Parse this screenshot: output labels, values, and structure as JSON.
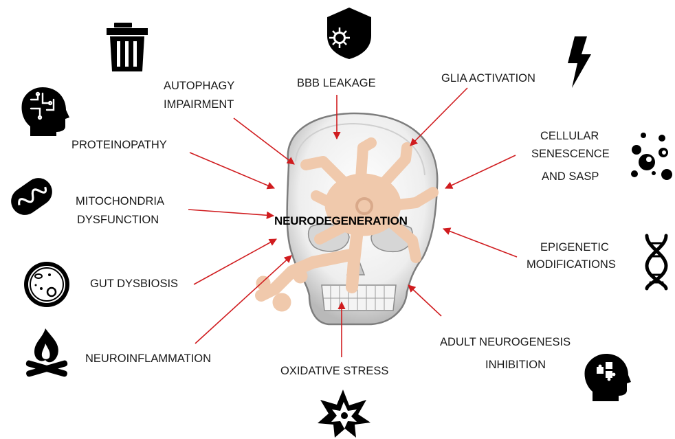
{
  "center_label": "NEURODEGENERATION",
  "factors": {
    "autophagy": [
      "AUTOPHAGY",
      "IMPAIRMENT"
    ],
    "bbb": "BBB LEAKAGE",
    "glia": "GLIA ACTIVATION",
    "proteinopathy": "PROTEINOPATHY",
    "senescence": [
      "CELLULAR",
      "SENESCENCE",
      "AND SASP"
    ],
    "mitochondria": [
      "MITOCHONDRIA",
      "DYSFUNCTION"
    ],
    "epigenetic": [
      "EPIGENETIC",
      "MODIFICATIONS"
    ],
    "gut": "GUT DYSBIOSIS",
    "neuroinflammation": "NEUROINFLAMMATION",
    "oxidative": "OXIDATIVE STRESS",
    "neurogenesis": [
      "ADULT NEUROGENESIS",
      "INHIBITION"
    ]
  },
  "icons": {
    "trash": "trash-can-icon",
    "shield": "virus-shield-icon",
    "bolt": "lightning-bolt-icon",
    "brain_head": "brain-head-icon",
    "particles": "particles-icon",
    "mitochondrion": "mitochondrion-icon",
    "dna": "dna-helix-icon",
    "petri": "petri-dish-icon",
    "fire": "campfire-icon",
    "explosion": "explosion-icon",
    "puzzle_head": "puzzle-head-icon"
  },
  "colors": {
    "arrow": "#d01c1f",
    "neuron": "#f0c9ac",
    "icon": "#000000"
  }
}
